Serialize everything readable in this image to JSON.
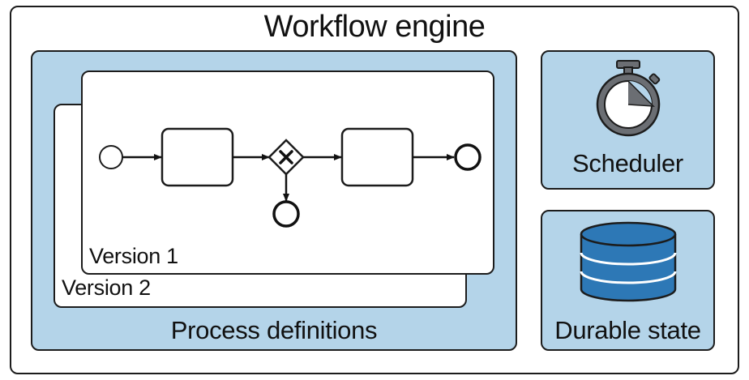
{
  "title": "Workflow engine",
  "process_definitions": {
    "label": "Process definitions",
    "versions": [
      "Version 1",
      "Version 2"
    ]
  },
  "scheduler": {
    "label": "Scheduler",
    "icon": "stopwatch-icon"
  },
  "durable_state": {
    "label": "Durable state",
    "icon": "database-icon"
  },
  "colors": {
    "panel_fill": "#b4d4e9",
    "stroke": "#1c1c1c",
    "icon_gray": "#6b6e73",
    "db_blue": "#2d78b6"
  }
}
